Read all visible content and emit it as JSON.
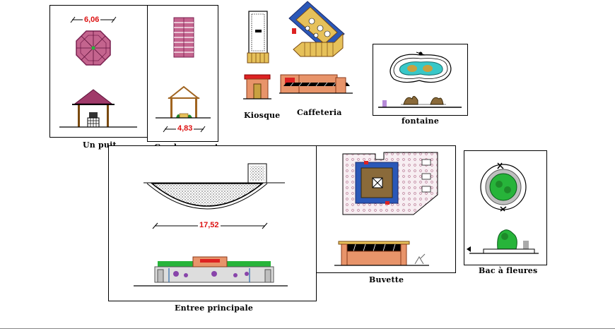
{
  "labels": {
    "un_puit": "Un puit",
    "gazebo": "Gaada couverte",
    "kiosque": "Kiosque",
    "cafeteria": "Caffeteria",
    "fontaine": "fontaine",
    "entree": "Entree principale",
    "buvette": "Buvette",
    "bac": "Bac à fleures"
  },
  "dimensions": {
    "puit_width": "6,06",
    "gazebo_width": "4,83",
    "entree_width": "17,52"
  },
  "colors": {
    "roof": "#a03a6a",
    "wood": "#e6c15a",
    "green": "#27b43a",
    "pond": "#38c8c8",
    "salmon": "#e8946a",
    "dimension_text": "#dd1111"
  }
}
